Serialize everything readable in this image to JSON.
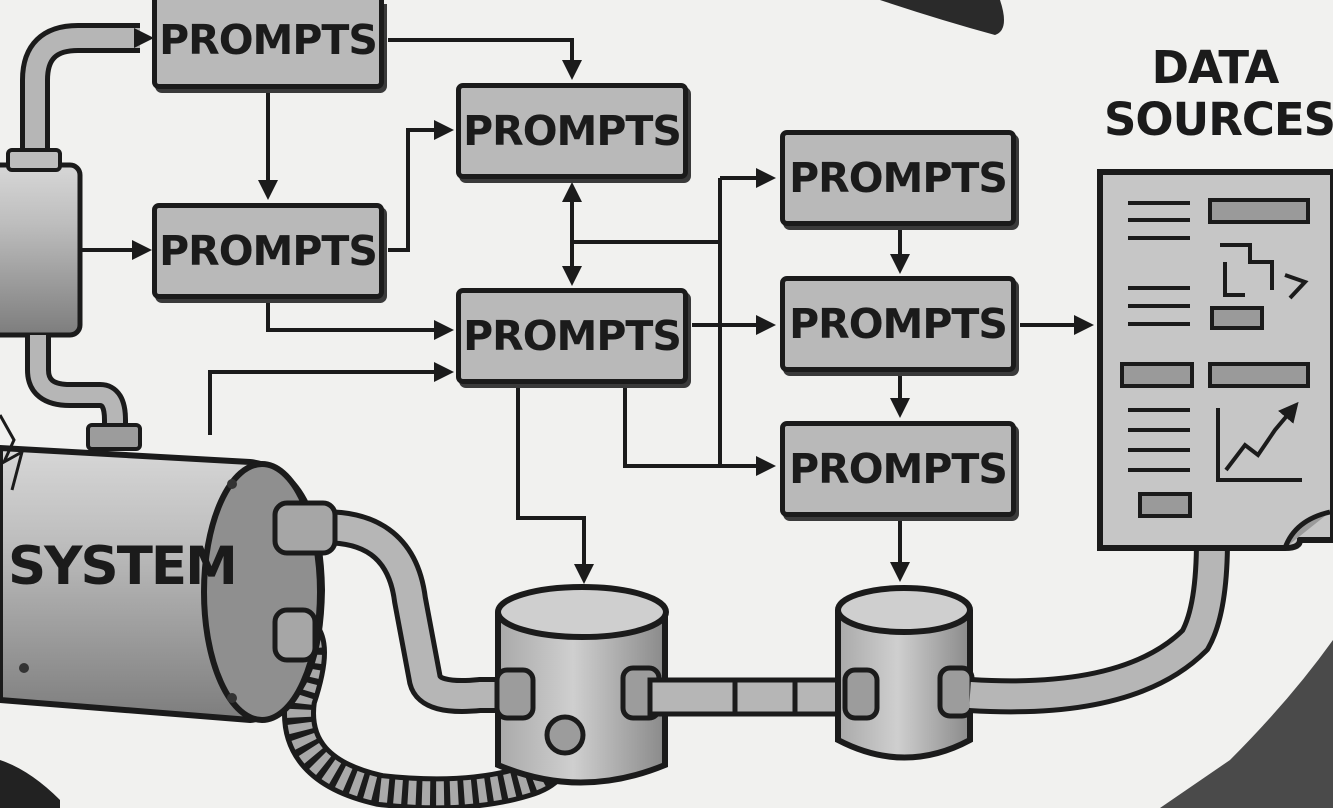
{
  "prompt_boxes": [
    {
      "label": "PROMPTS"
    },
    {
      "label": "PROMPTS"
    },
    {
      "label": "PROMPTS"
    },
    {
      "label": "PROMPTS"
    },
    {
      "label": "PROMPTS"
    },
    {
      "label": "PROMPTS"
    },
    {
      "label": "PROMPTS"
    }
  ],
  "system": {
    "label": "SYSTEM"
  },
  "data_sources": {
    "title_line1": "DATA",
    "title_line2": "SOURCES"
  },
  "colors": {
    "ink": "#1b1b1b",
    "box_fill": "#b9b9b9",
    "background": "#f1f1ef",
    "metal_mid": "#9a9a9a"
  },
  "icons": [
    "database-cylinder-icon",
    "database-cylinder-icon",
    "document-report-icon",
    "trend-chart-icon",
    "pipe-connector-icon"
  ]
}
